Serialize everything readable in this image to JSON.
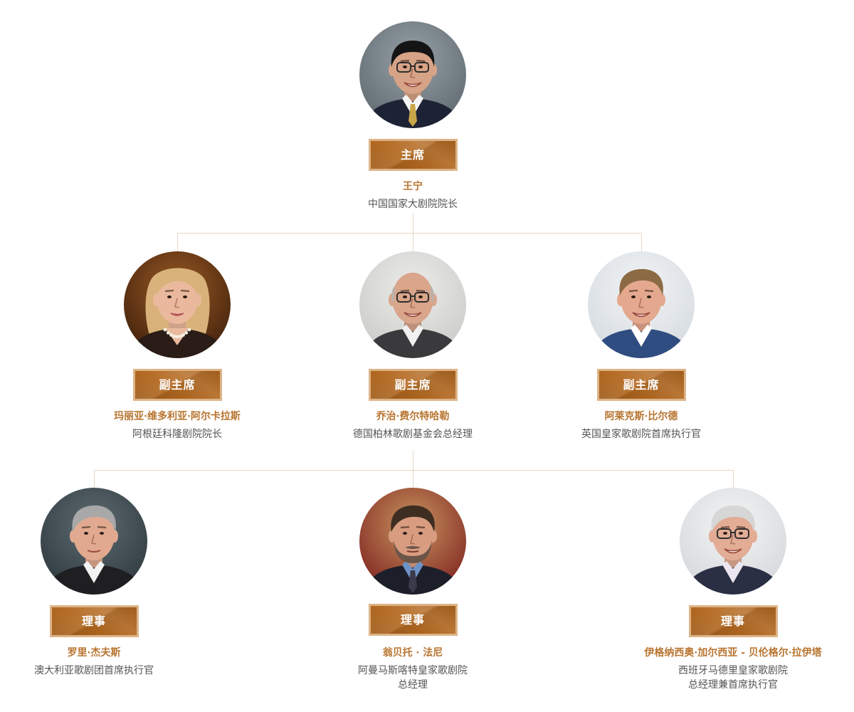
{
  "colors": {
    "badge_fill": "#b3681f",
    "badge_border": "#ddb488",
    "badge_text": "#ffffff",
    "name_text": "#b8742f",
    "position_text": "#555555",
    "connector": "#e6d6c3",
    "background": "#ffffff"
  },
  "chairman": {
    "title": "主席",
    "name": "王宁",
    "position": [
      "中国国家大剧院院长"
    ]
  },
  "vice_chairmen": [
    {
      "title": "副主席",
      "name": "玛丽亚·维多利亚·阿尔卡拉斯",
      "position": [
        "阿根廷科隆剧院院长"
      ]
    },
    {
      "title": "副主席",
      "name": "乔治·费尔特哈勒",
      "position": [
        "德国柏林歌剧基金会总经理"
      ]
    },
    {
      "title": "副主席",
      "name": "阿莱克斯·比尔德",
      "position": [
        "英国皇家歌剧院首席执行官"
      ]
    }
  ],
  "directors": [
    {
      "title": "理事",
      "name": "罗里·杰夫斯",
      "position": [
        "澳大利亚歌剧团首席执行官"
      ]
    },
    {
      "title": "理事",
      "name": "翁贝托 · 法尼",
      "position": [
        "阿曼马斯喀特皇家歌剧院",
        "总经理"
      ]
    },
    {
      "title": "理事",
      "name": "伊格纳西奥·加尔西亚 - 贝伦格尔·拉伊塔",
      "position": [
        "西班牙马德里皇家歌剧院",
        "总经理兼首席执行官"
      ]
    }
  ]
}
